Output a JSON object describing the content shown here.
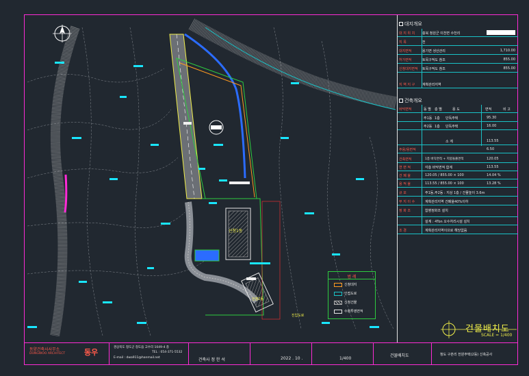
{
  "site_info": {
    "title": "대지개요",
    "rows": [
      {
        "label": "대 지 위 치",
        "value": "충북 청원군 이천면 수천리",
        "num": ""
      },
      {
        "label": "지 목",
        "value": "전",
        "num": ""
      },
      {
        "label": "대지면적",
        "value": "용기면 생산관리",
        "num": "1,710.00"
      },
      {
        "label": "허가면적",
        "value": "토목구적도 참조",
        "num": "855.00"
      },
      {
        "label": "신청대지면적",
        "value": "토목구적도 참조",
        "num": "855.00"
      },
      {
        "label": "지 역 지 구",
        "value": "계획관리지역",
        "num": ""
      }
    ]
  },
  "building_info": {
    "title": "건축개요",
    "header": [
      "바닥면적",
      "동 별",
      "층 별",
      "용 도",
      "면적",
      "비 고"
    ],
    "rows": [
      {
        "label": "",
        "a": "주1동",
        "b": "1층",
        "use": "단독주택",
        "area": "95.30"
      },
      {
        "label": "",
        "a": "주2동",
        "b": "1층",
        "use": "단독주택",
        "area": "16.00"
      },
      {
        "label": "",
        "a": "",
        "b": "",
        "use": "소 계",
        "area": "113.55"
      },
      {
        "label": "주용/용면적",
        "a": "",
        "b": "",
        "use": "",
        "area": "6.50"
      },
      {
        "label": "건축면적",
        "a": "",
        "b": "",
        "use": "1층 바닥면적 + 지붕돌출면적",
        "area": "120.05"
      },
      {
        "label": "연 면 적",
        "a": "",
        "b": "",
        "use": "각층 바닥면적 합계",
        "area": "113.55"
      },
      {
        "label": "건 폐 율",
        "a": "",
        "b": "",
        "use": "120.05 / 855.00 × 100",
        "area": "14.04 %"
      },
      {
        "label": "용 적 율",
        "a": "",
        "b": "",
        "use": "113.55 / 855.00 × 100",
        "area": "13.28 %"
      },
      {
        "label": "규 모",
        "a": "",
        "b": "",
        "use": "주1동,주2동 : 지상 1층 / 건물높이 3.6m",
        "area": ""
      },
      {
        "label": "부 지 이 수",
        "a": "",
        "b": "",
        "use": "계획관리지역 건폐율40%이하",
        "area": ""
      },
      {
        "label": "정 화 조",
        "a": "",
        "b": "",
        "use": "합병정화조 설치",
        "area": ""
      },
      {
        "label": "",
        "a": "",
        "b": "",
        "use": "설계 : 4Ton 오수처리시설 설치",
        "area": ""
      },
      {
        "label": "조 경",
        "a": "",
        "b": "",
        "use": "계획관리지역이므로 해당없음",
        "area": ""
      }
    ]
  },
  "drawing": {
    "title": "건물배치도",
    "scale": "SCALE = 1/400",
    "date": "2022 . 10 .",
    "ratio": "1/400",
    "sheet_name": "건물배치도",
    "project": "청도 구촌리 전원주택(2동) 신축공사"
  },
  "office": {
    "name": "동양건축사사무소",
    "name_en": "DONGWOO ARCHITECT",
    "brand": "동우",
    "address": "경상북도 청도군 청도읍 고수리 1049-4 층",
    "tel": "TEL : 054-371-5532",
    "email": "E-mail : dwa911@hanmail.net",
    "designer": "건축사 정 한 석"
  },
  "legend": {
    "title": "범 례",
    "items": [
      {
        "label": "신청대지",
        "color": "#ff9a1f"
      },
      {
        "label": "인접도로",
        "color": "#19c3c8"
      },
      {
        "label": "신청건물",
        "color": "#b0b0b0"
      },
      {
        "label": "수평투영면적",
        "color": "#e6e6e6"
      }
    ]
  },
  "plan_labels": {
    "building1": "신청1동",
    "building2": "신청2동",
    "road": "진입도로"
  },
  "colors": {
    "frame": "#ff2bd6",
    "grid": "#19c3c8",
    "accent": "#f2f04a",
    "label": "#ff5a4a"
  }
}
